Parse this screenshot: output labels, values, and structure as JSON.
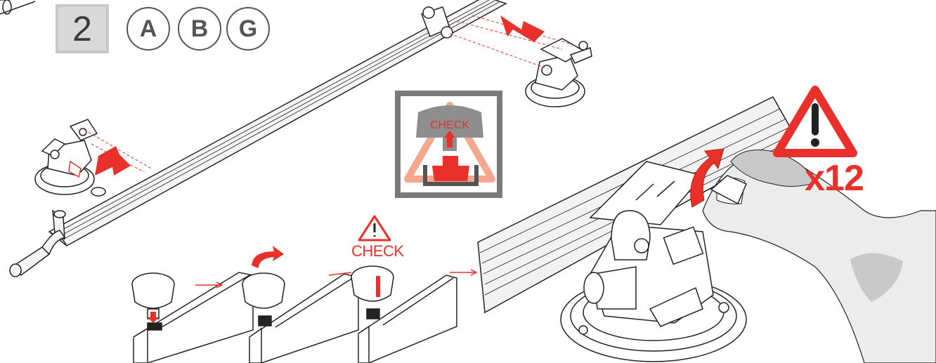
{
  "step": {
    "number": "2"
  },
  "parts": [
    {
      "letter": "A"
    },
    {
      "letter": "B"
    },
    {
      "letter": "G"
    }
  ],
  "labels": {
    "check_small": "CHECK",
    "check_inset": "CHECK",
    "repeat_count": "x12"
  },
  "colors": {
    "accent_red": "#e8312a",
    "light_red": "#f4a78f",
    "frame_gray": "#7a7a7a",
    "step_box_gray": "#d9d9d9"
  },
  "icons": [
    "warning-triangle-icon",
    "rotate-arrow-icon",
    "push-arrow-icon",
    "hand-icon"
  ]
}
